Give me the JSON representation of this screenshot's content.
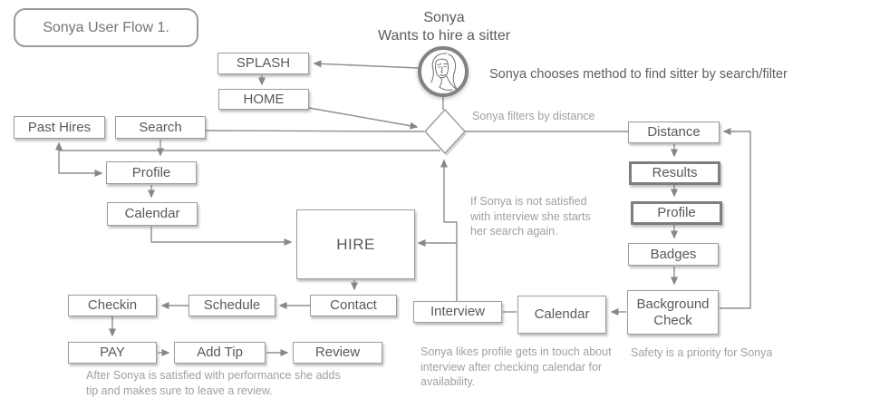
{
  "title": {
    "label": "Sonya User Flow 1."
  },
  "persona": {
    "name": "Sonya",
    "subtitle": "Wants to hire a sitter",
    "avatar_icon": "woman-portrait-sketch"
  },
  "decision": {
    "shape": "diamond",
    "meaning": "choose search/filter method"
  },
  "nodes": {
    "splash": {
      "label": "SPLASH"
    },
    "home": {
      "label": "HOME"
    },
    "past_hires": {
      "label": "Past Hires"
    },
    "search": {
      "label": "Search"
    },
    "profile_left": {
      "label": "Profile"
    },
    "calendar_left": {
      "label": "Calendar"
    },
    "hire": {
      "label": "HIRE"
    },
    "checkin": {
      "label": "Checkin"
    },
    "schedule": {
      "label": "Schedule"
    },
    "contact": {
      "label": "Contact"
    },
    "pay": {
      "label": "PAY"
    },
    "add_tip": {
      "label": "Add Tip"
    },
    "review": {
      "label": "Review"
    },
    "interview": {
      "label": "Interview"
    },
    "calendar_right": {
      "label": "Calendar"
    },
    "distance": {
      "label": "Distance"
    },
    "results": {
      "label": "Results",
      "emphasized": true
    },
    "profile_right": {
      "label": "Profile",
      "emphasized": true
    },
    "badges": {
      "label": "Badges"
    },
    "background_check": {
      "label": "Background Check"
    }
  },
  "annotations": {
    "choose_method": {
      "text": "Sonya chooses method to find sitter by search/filter"
    },
    "filter_distance": {
      "text": "Sonya filters by distance"
    },
    "not_satisfied": {
      "lines": [
        "If Sonya is not satisfied",
        "with interview she starts",
        "her search again."
      ]
    },
    "likes_profile": {
      "lines": [
        "Sonya likes profile gets in touch about",
        "interview after checking calendar for",
        "availability."
      ]
    },
    "safety": {
      "text": "Safety is a priority for Sonya"
    },
    "review_note": {
      "lines": [
        "After Sonya is satisfied with performance she adds",
        "tip and makes sure to leave a review."
      ]
    }
  },
  "colors": {
    "background": "#ffffff",
    "box_border": "#9c9c9c",
    "box_border_emphasized": "#7e7e7e",
    "box_text": "#595959",
    "annotation_gray": "#a0a0a0",
    "annotation_dark": "#5e5e5e",
    "connector_line": "#8c8c8c"
  }
}
